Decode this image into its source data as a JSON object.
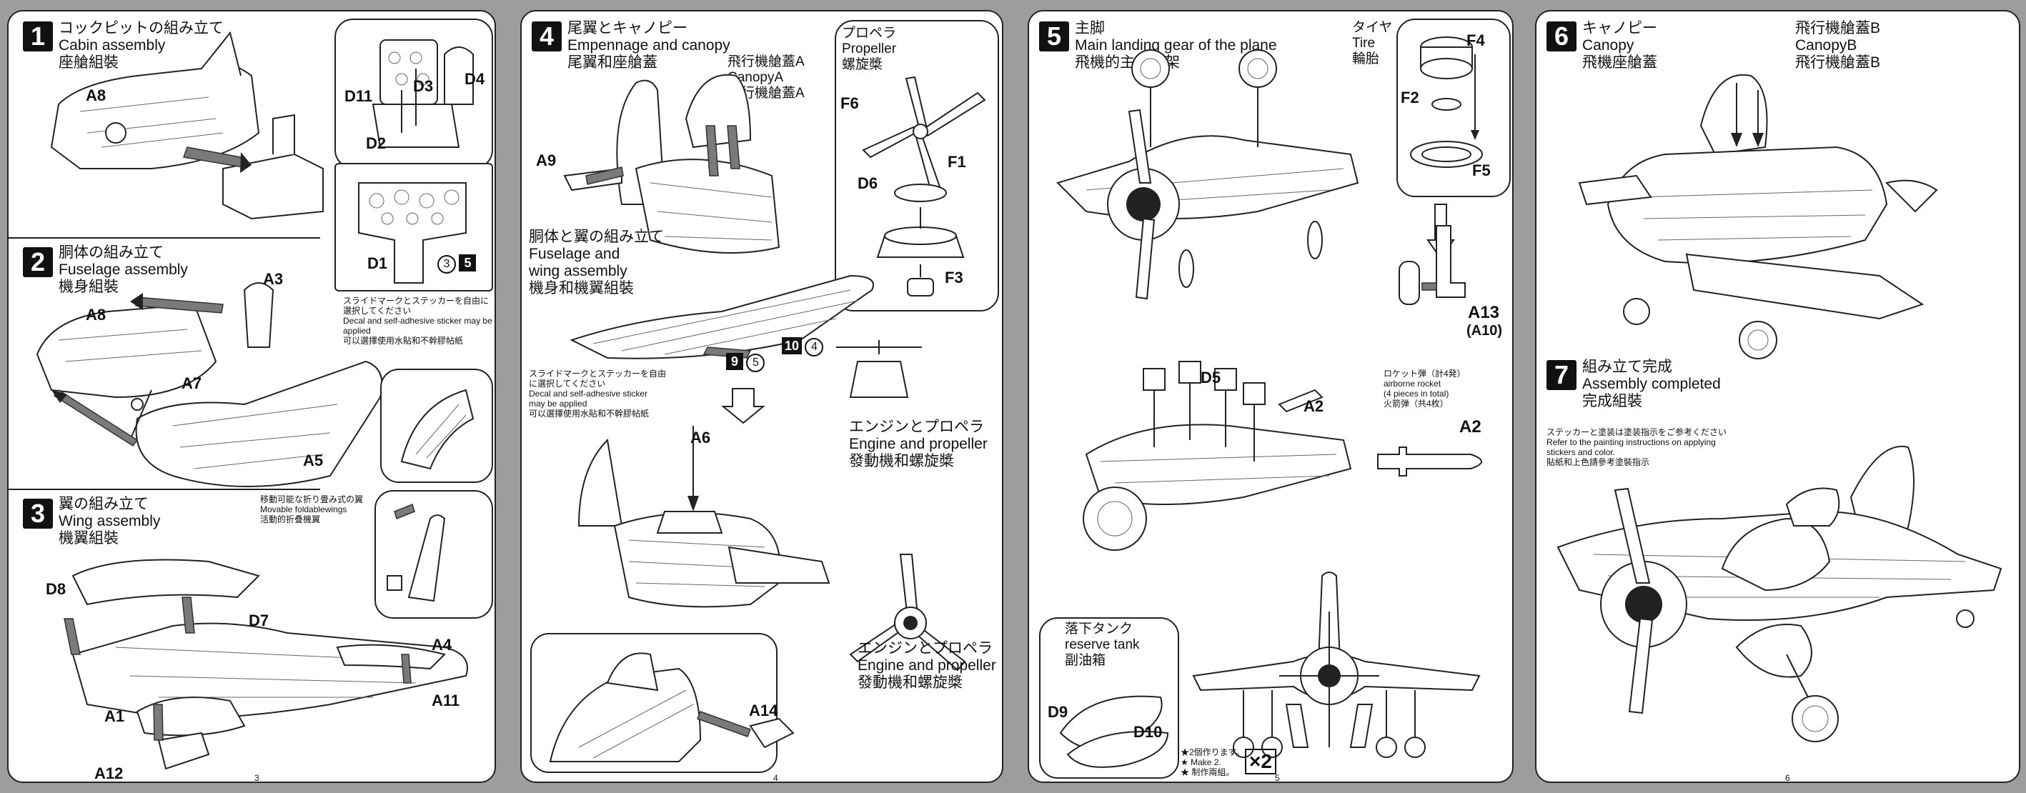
{
  "panels": [
    {
      "page_number": "3",
      "steps": [
        {
          "number": "1",
          "title_jp": "コックピットの組み立て",
          "title_en": "Cabin assembly",
          "title_cn": "座艙組裝"
        },
        {
          "number": "2",
          "title_jp": "胴体の組み立て",
          "title_en": "Fuselage assembly",
          "title_cn": "機身組裝"
        },
        {
          "number": "3",
          "title_jp": "翼の組み立て",
          "title_en": "Wing assembly",
          "title_cn": "機翼組裝"
        }
      ],
      "parts": {
        "a8": "A8",
        "d11": "D11",
        "d3": "D3",
        "d4": "D4",
        "d2": "D2",
        "d1": "D1",
        "a3": "A3",
        "a8b": "A8",
        "a7": "A7",
        "a5": "A5",
        "d8": "D8",
        "d7": "D7",
        "a4": "A4",
        "a1": "A1",
        "a11": "A11",
        "a12": "A12"
      },
      "decal_note": {
        "jp": "スライドマークとステッカーを自由に選択してください",
        "en": "Decal and self-adhesive sticker may be applied",
        "cn": "可以選擇使用水貼和不幹膠帖紙"
      },
      "decal_refs": {
        "circle": "3",
        "box": "5"
      },
      "movable_note": {
        "jp": "移動可能な折り畳み式の翼",
        "en": "Movable foldablewings",
        "cn": "活動的折叠機翼"
      }
    },
    {
      "page_number": "4",
      "steps": [
        {
          "number": "4",
          "title_jp": "尾翼とキャノピー",
          "title_en": "Empennage and canopy",
          "title_cn": "尾翼和座艙蓋"
        }
      ],
      "canopy_label": {
        "jp": "飛行機艙蓋A",
        "en": "CanopyA",
        "cn": "飛行機艙蓋A"
      },
      "propeller_label": {
        "jp": "プロペラ",
        "en": "Propeller",
        "cn": "螺旋槳"
      },
      "fuselage_wing": {
        "jp": "胴体と翼の組み立て",
        "en1": "Fuselage and",
        "en2": "wing assembly",
        "cn": "機身和機翼組裝"
      },
      "parts": {
        "a9": "A9",
        "f6": "F6",
        "f1": "F1",
        "d6": "D6",
        "f3": "F3",
        "a6": "A6",
        "a14": "A14"
      },
      "refs": {
        "box1": "9",
        "circle1": "5",
        "box2": "10",
        "circle2": "4"
      },
      "decal_note": {
        "jp1": "スライドマークとステッカーを自由",
        "jp2": "に選択してください",
        "en1": "Decal and self-adhesive sticker",
        "en2": "may be applied",
        "cn": "可以選擇使用水貼和不幹膠帖紙"
      },
      "engine_label_1": {
        "jp": "エンジンとプロペラ",
        "en": "Engine and propeller",
        "cn": "發動機和螺旋槳"
      },
      "engine_label_2": {
        "jp": "エンジンとプロペラ",
        "en": "Engine and propeller",
        "cn": "發動機和螺旋槳"
      }
    },
    {
      "page_number": "5",
      "steps": [
        {
          "number": "5",
          "title_jp": "主脚",
          "title_en": "Main landing gear of the plane",
          "title_cn": "飛機的主起落架"
        }
      ],
      "tire_label": {
        "jp": "タイヤ",
        "en": "Tire",
        "cn": "輪胎"
      },
      "parts": {
        "f4": "F4",
        "f2": "F2",
        "f5": "F5",
        "a13": "A13",
        "a10": "(A10)",
        "d5": "D5",
        "a2": "A2",
        "a2b": "A2",
        "d9": "D9",
        "d10": "D10"
      },
      "rocket_note": {
        "jp": "ロケット弾（計4発）",
        "en1": "airborne rocket",
        "en2": "(4 pieces in total)",
        "cn": "火箭弹（共4枚）"
      },
      "reserve_tank": {
        "jp": "落下タンク",
        "en": "reserve tank",
        "cn": "副油箱"
      },
      "make_note": {
        "jp": "★2個作ります。",
        "en": "★ Make 2.",
        "cn": "★ 制作兩組。"
      },
      "times": "×2"
    },
    {
      "page_number": "6",
      "steps": [
        {
          "number": "6",
          "title_jp": "キャノピー",
          "title_en": "Canopy",
          "title_cn": "飛機座艙蓋"
        },
        {
          "number": "7",
          "title_jp": "組み立て完成",
          "title_en": "Assembly completed",
          "title_cn": "完成組裝"
        }
      ],
      "canopy_b": {
        "jp": "飛行機艙蓋B",
        "en": "CanopyB",
        "cn": "飛行機艙蓋B"
      },
      "sticker_note": {
        "jp": "ステッカーと塗装は塗装指示をご参考ください",
        "en1": "Refer to the painting instructions on applying",
        "en2": "stickers and color.",
        "cn": "貼紙和上色請參考塗裝指示"
      }
    }
  ]
}
